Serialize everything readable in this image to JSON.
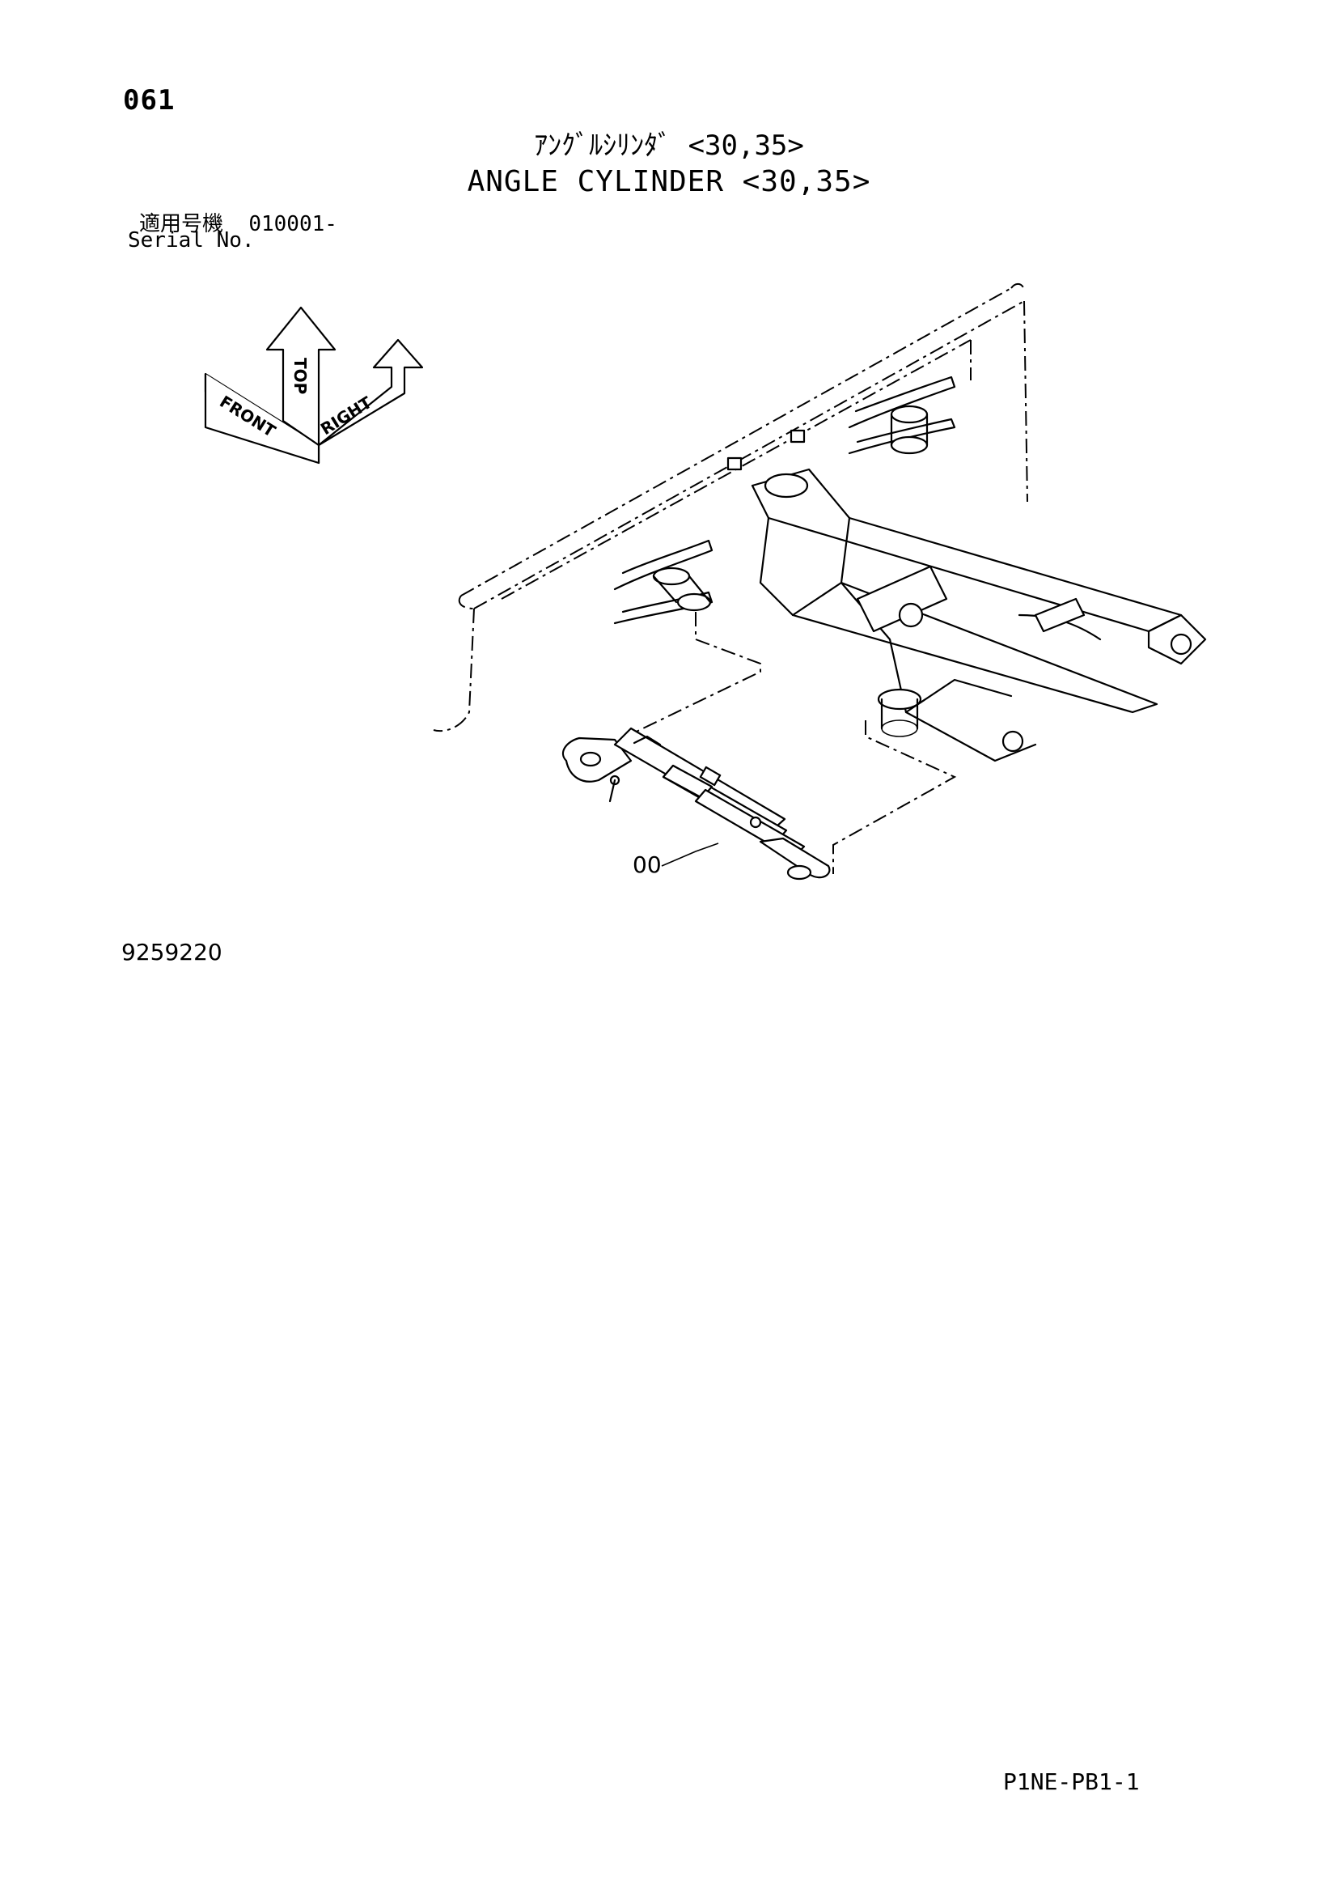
{
  "header": {
    "page_number": "061",
    "title_jp": "ｱﾝｸﾞﾙｼﾘﾝﾀﾞ <30,35>",
    "title_en": "ANGLE CYLINDER <30,35>",
    "serial_label_jp": "適用号機",
    "serial_value": "010001-",
    "serial_label_en": "Serial No."
  },
  "orientation": {
    "front": "FRONT",
    "top": "TOP",
    "right": "RIGHT"
  },
  "diagram": {
    "callout": "00"
  },
  "footer": {
    "drawing_number": "9259220",
    "page_code": "P1NE-PB1-1"
  }
}
